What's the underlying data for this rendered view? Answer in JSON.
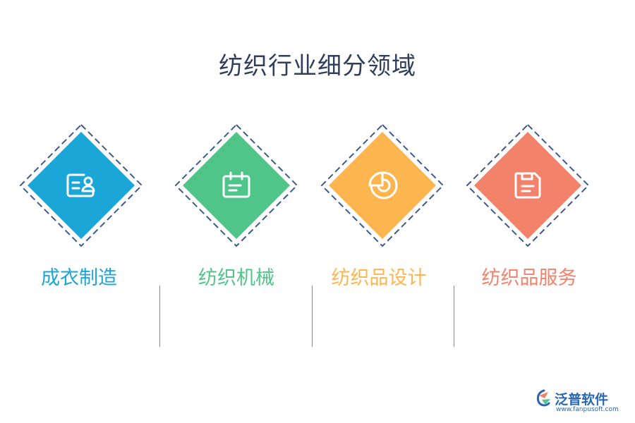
{
  "title": "纺织行业细分领域",
  "items": [
    {
      "label": "成衣制造",
      "color": "#1aa6d6",
      "icon": "id-card-icon"
    },
    {
      "label": "纺织机械",
      "color": "#4fc58a",
      "icon": "calendar-icon"
    },
    {
      "label": "纺织品设计",
      "color": "#fdb64f",
      "icon": "pie-chart-icon"
    },
    {
      "label": "纺织品服务",
      "color": "#f2826a",
      "icon": "save-icon"
    }
  ],
  "frame_color": "#3d5a8c",
  "logo": {
    "name": "泛普软件",
    "url": "www.fanpusoft.com"
  }
}
